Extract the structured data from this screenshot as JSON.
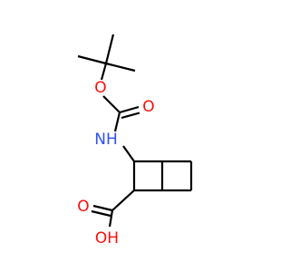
{
  "molecule": {
    "atoms": {
      "O_ester": "O",
      "O_carbonyl_boc": "O",
      "N_amine": "NH",
      "O_carbonyl_acid": "O",
      "O_hydroxyl": "OH"
    }
  },
  "colors": {
    "oxygen": "#ff0d0d",
    "nitrogen": "#3050f8",
    "carbon_bond": "#000000",
    "background": "#ffffff"
  }
}
